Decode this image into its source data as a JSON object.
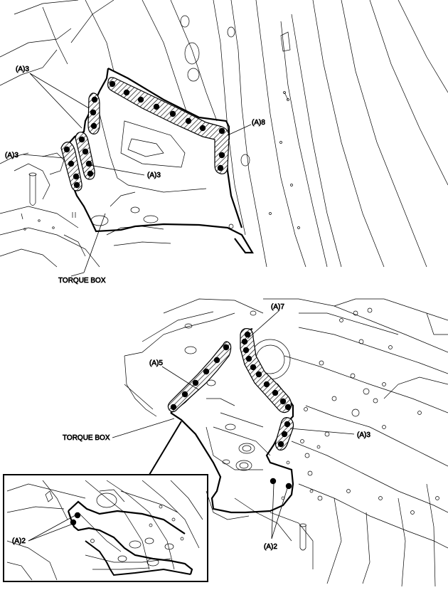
{
  "colors": {
    "line": "#000000",
    "background": "#ffffff",
    "hatch": "#000000"
  },
  "top_view": {
    "callouts": [
      {
        "id": "a3-upper-left",
        "text": "(A)3"
      },
      {
        "id": "a3-left",
        "text": "(A)3"
      },
      {
        "id": "a3-center",
        "text": "(A)3"
      },
      {
        "id": "a8",
        "text": "(A)8"
      }
    ],
    "part_label": "TORQUE BOX"
  },
  "bottom_view": {
    "callouts": [
      {
        "id": "a7",
        "text": "(A)7"
      },
      {
        "id": "a5",
        "text": "(A)5"
      },
      {
        "id": "a3",
        "text": "(A)3"
      },
      {
        "id": "a2-main",
        "text": "(A)2"
      },
      {
        "id": "a2-inset",
        "text": "(A)2"
      }
    ],
    "part_label": "TORQUE BOX"
  },
  "icons": {
    "weld-spot": "weld-point-icon",
    "hatch": "hatched-weld-zone"
  }
}
